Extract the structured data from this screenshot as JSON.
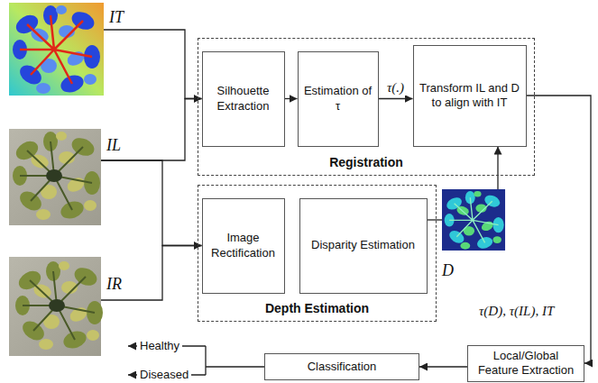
{
  "diagram": {
    "nodes": [
      {
        "text": [
          "IT"
        ]
      },
      {
        "text": [
          "Registration"
        ]
      },
      {
        "text": [
          "Silhouette Extraction"
        ],
        "in": 1
      },
      {
        "text": [
          "Estimation of τ"
        ],
        "in": 1
      },
      {
        "text": [
          "Transform IL and D to align with IT"
        ],
        "in": 1
      },
      {
        "text": [
          "IL"
        ]
      },
      {
        "text": [
          "IR"
        ]
      },
      {
        "text": [
          "Depth Estimation"
        ]
      },
      {
        "text": [
          "Image Rectification"
        ],
        "in": 7
      },
      {
        "text": [
          "Disparity Estimation"
        ],
        "in": 7
      },
      {
        "text": [
          "D"
        ]
      },
      {
        "text": [
          "Classification"
        ]
      },
      {
        "text": [
          "Local/Global Feature Extraction"
        ]
      }
    ],
    "edges": [
      {
        "from": 0,
        "to": 2,
        "arrow": "to"
      },
      {
        "from": 5,
        "to": 2,
        "arrow": "to"
      },
      {
        "from": 5,
        "to": 8,
        "arrow": "to"
      },
      {
        "from": 6,
        "to": 8,
        "arrow": "to"
      },
      {
        "from": 2,
        "to": 3,
        "arrow": "to"
      },
      {
        "from": 3,
        "to": 4,
        "label": "τ(.)",
        "arrow": "to"
      },
      {
        "from": 9,
        "to": 10,
        "arrow": "none"
      },
      {
        "from": 10,
        "to": 4,
        "arrow": "to"
      },
      {
        "from": 4,
        "to": 12,
        "arrow": "to"
      },
      {
        "from": 12,
        "to": 11,
        "arrow": "to"
      }
    ],
    "labels": [
      "τ(D), τ(IL), IT",
      "Healthy",
      "Diseased"
    ]
  }
}
